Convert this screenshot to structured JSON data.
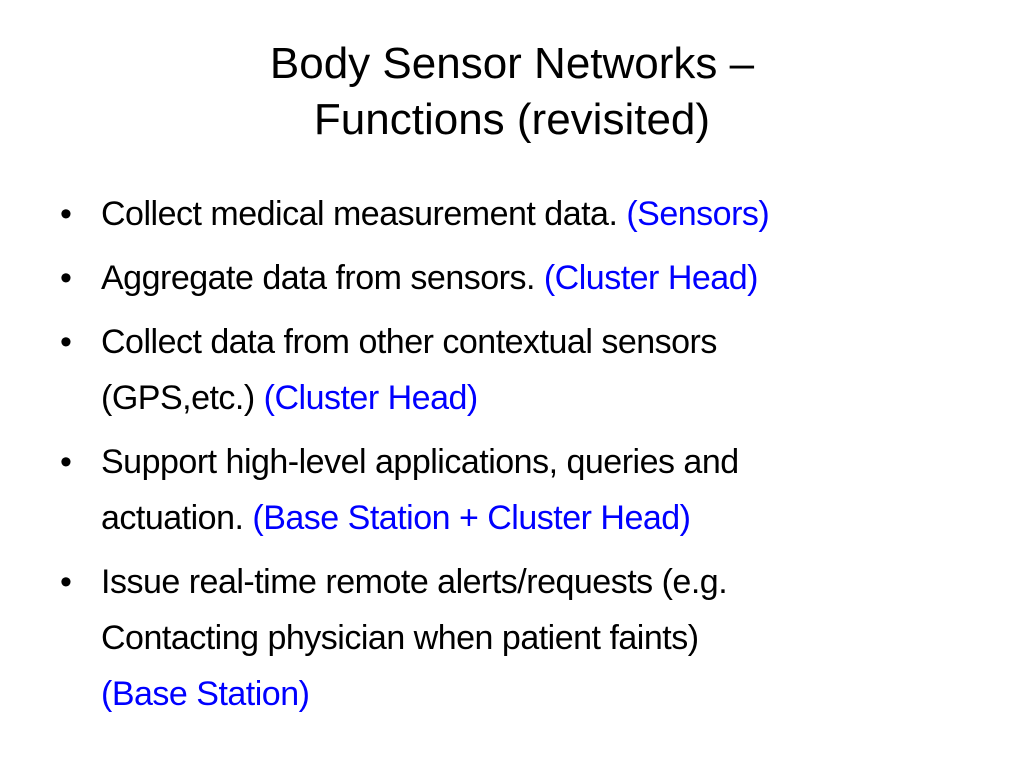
{
  "slide": {
    "title_line_1": "Body Sensor Networks –",
    "title_line_2": "Functions (revisited)",
    "bullet_symbol": "•",
    "role_color": "#0000ff",
    "bullets": [
      {
        "lines": [
          {
            "text": "Collect medical measurement data. ",
            "role": "(Sensors)"
          }
        ]
      },
      {
        "lines": [
          {
            "text": "Aggregate data from sensors. ",
            "role": "(Cluster Head)"
          }
        ]
      },
      {
        "lines": [
          {
            "text": "Collect data from other contextual sensors",
            "role": ""
          },
          {
            "text": "(GPS,etc.) ",
            "role": "(Cluster Head)"
          }
        ]
      },
      {
        "lines": [
          {
            "text": "Support high-level applications, queries and",
            "role": ""
          },
          {
            "text": "actuation. ",
            "role": "(Base Station + Cluster Head)"
          }
        ]
      },
      {
        "lines": [
          {
            "text": "Issue real-time remote alerts/requests (e.g.",
            "role": ""
          },
          {
            "text": "Contacting physician when patient faints)",
            "role": ""
          },
          {
            "text": "",
            "role": "(Base Station)"
          }
        ]
      }
    ]
  }
}
